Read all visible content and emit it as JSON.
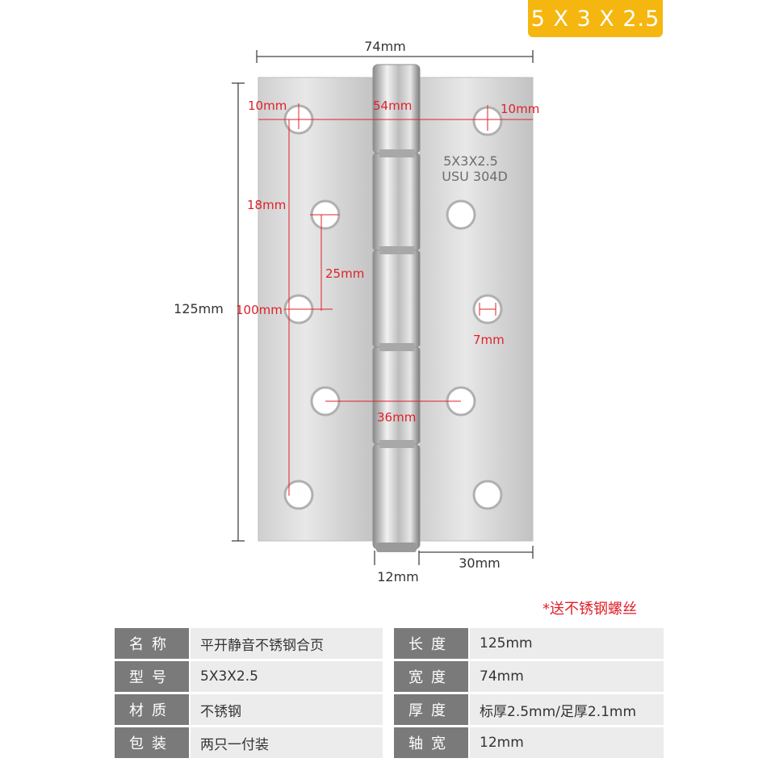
{
  "badge": "5 X 3 X 2.5",
  "engraving": {
    "line1": "5X3X2.5",
    "line2": "USU 304D"
  },
  "dimensions": {
    "width": "74mm",
    "height": "125mm",
    "hole_offset_left": "10mm",
    "hole_span": "54mm",
    "hole_offset_right": "10mm",
    "offset_18": "18mm",
    "spacing_25": "25mm",
    "span_100": "100mm",
    "hole_dia": "7mm",
    "span_36": "36mm",
    "knuckle": "12mm",
    "leaf": "30mm"
  },
  "note": "*送不锈钢螺丝",
  "specs": {
    "left": [
      {
        "key": "名称",
        "value": "平开静音不锈钢合页"
      },
      {
        "key": "型号",
        "value": "5X3X2.5"
      },
      {
        "key": "材质",
        "value": "不锈钢"
      },
      {
        "key": "包装",
        "value": "两只一付装"
      }
    ],
    "right": [
      {
        "key": "长度",
        "value": "125mm"
      },
      {
        "key": "宽度",
        "value": "74mm"
      },
      {
        "key": "厚度",
        "value": "标厚2.5mm/足厚2.1mm"
      },
      {
        "key": "轴宽",
        "value": "12mm"
      }
    ]
  },
  "colors": {
    "badge": "#f5b60f",
    "red": "#e0202a",
    "key_bg": "#7a7a7a",
    "value_bg": "#ececec"
  }
}
